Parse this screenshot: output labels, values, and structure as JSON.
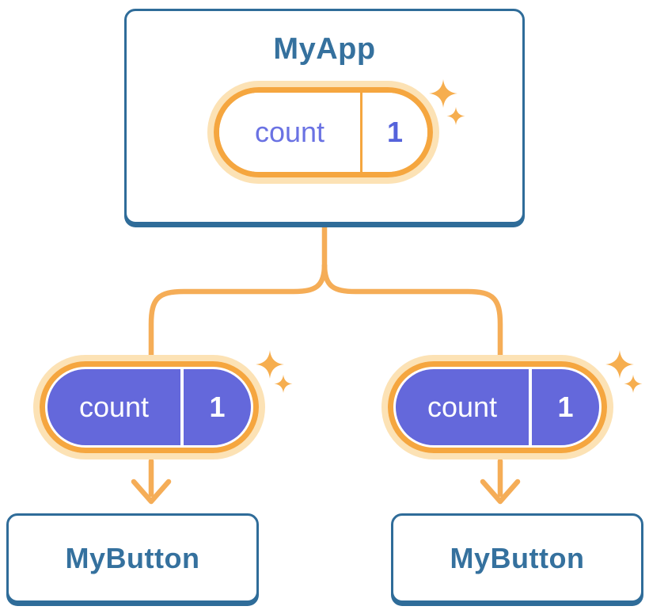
{
  "diagram": {
    "root": {
      "label": "MyApp",
      "state": {
        "name": "count",
        "value": "1"
      }
    },
    "children": [
      {
        "label": "MyButton",
        "state": {
          "name": "count",
          "value": "1"
        }
      },
      {
        "label": "MyButton",
        "state": {
          "name": "count",
          "value": "1"
        }
      }
    ]
  },
  "icons": {
    "sparkle": "four-point-star",
    "arrow": "down-arrow"
  },
  "colors": {
    "blue-border": "#2F6C99",
    "blue-text": "#35719E",
    "purple-fill": "#6468DB",
    "purple-text": "#6A72E3",
    "indigo-value": "#5563DB",
    "orange-ring": "#F5A63F",
    "orange-halo": "#FCE2B5",
    "orange-line": "#F5AD57",
    "sparkle": "#F6AE4F",
    "card-bg": "#FFFFFF"
  }
}
